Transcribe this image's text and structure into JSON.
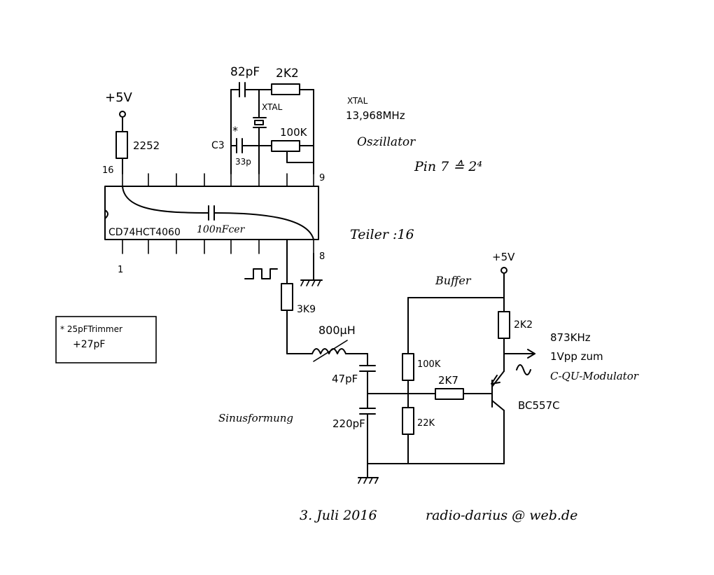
{
  "schematic": {
    "supply_left": "+5V",
    "supply_right": "+5V",
    "r_pullup": "2252",
    "pin_16": "16",
    "pin_9": "9",
    "pin_1": "1",
    "pin_8": "8",
    "ic_label": "CD74HCT4060",
    "ic_cap": "100nFcer",
    "cap_82p": "82pF",
    "r_2k2_top": "2K2",
    "xtal_small": "XTAL",
    "r_100k_top": "100K",
    "cap_c3": "C3",
    "asterisk": "*",
    "cap_33p": "33p",
    "xtal_title": "XTAL",
    "xtal_freq": "13,968MHz",
    "oscillator": "Oszillator",
    "pin_note": "Pin 7 ≙ 2⁴",
    "divider": "Teiler :16",
    "r_3k9": "3K9",
    "inductor": "800µH",
    "cap_47p": "47pF",
    "cap_220p": "220pF",
    "sine_shaping": "Sinusformung",
    "buffer": "Buffer",
    "r_100k_bias": "100K",
    "r_22k": "22K",
    "r_2k7": "2K7",
    "r_2k2_collector": "2K2",
    "transistor": "BC557C",
    "out_freq": "873KHz",
    "out_level": "1Vpp zum",
    "out_target": "C-QU-Modulator",
    "note_line1": "* 25pFTrimmer",
    "note_line2": "+27pF",
    "footer_date": "3. Juli 2016",
    "footer_email": "radio-darius @ web.de"
  }
}
